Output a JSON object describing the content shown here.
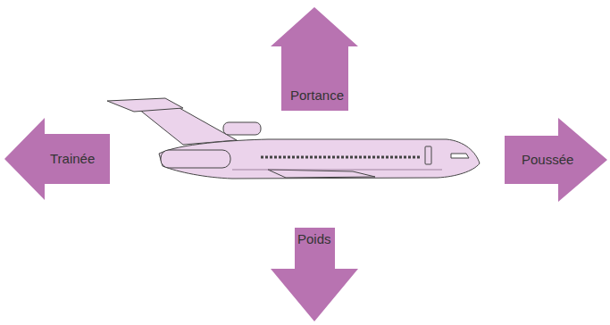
{
  "diagram": {
    "nodes": [
      {
        "text": [
          "Portance"
        ]
      },
      {
        "text": [
          "Trainée"
        ]
      },
      {
        "text": [
          "Poussée"
        ]
      },
      {
        "text": [
          "Poids"
        ]
      }
    ]
  }
}
